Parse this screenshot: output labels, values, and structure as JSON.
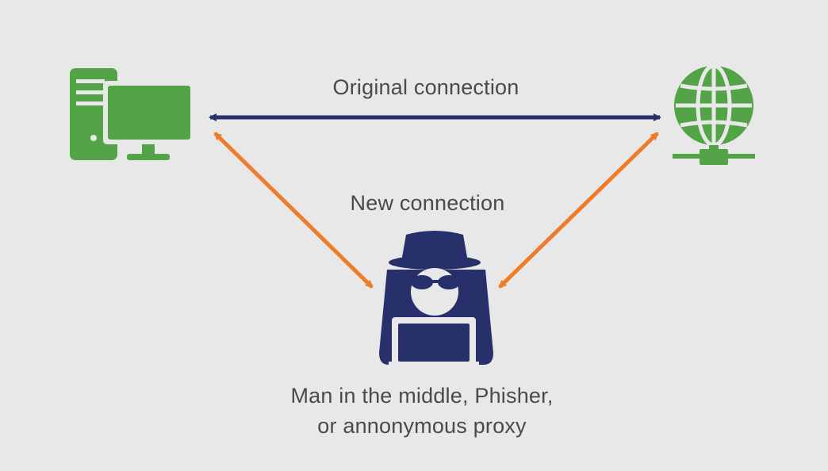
{
  "labels": {
    "original_connection": "Original connection",
    "new_connection": "New connection",
    "attacker_line1": "Man in the middle, Phisher,",
    "attacker_line2": "or annonymous proxy"
  },
  "nodes": {
    "client": {
      "icon": "desktop-computer-icon"
    },
    "server": {
      "icon": "globe-network-icon"
    },
    "attacker": {
      "icon": "hacker-with-laptop-icon"
    }
  },
  "colors": {
    "background": "#e8e8e8",
    "green": "#52a447",
    "navy": "#27306b",
    "orange": "#f07c2a",
    "text": "#4a4a4a"
  }
}
